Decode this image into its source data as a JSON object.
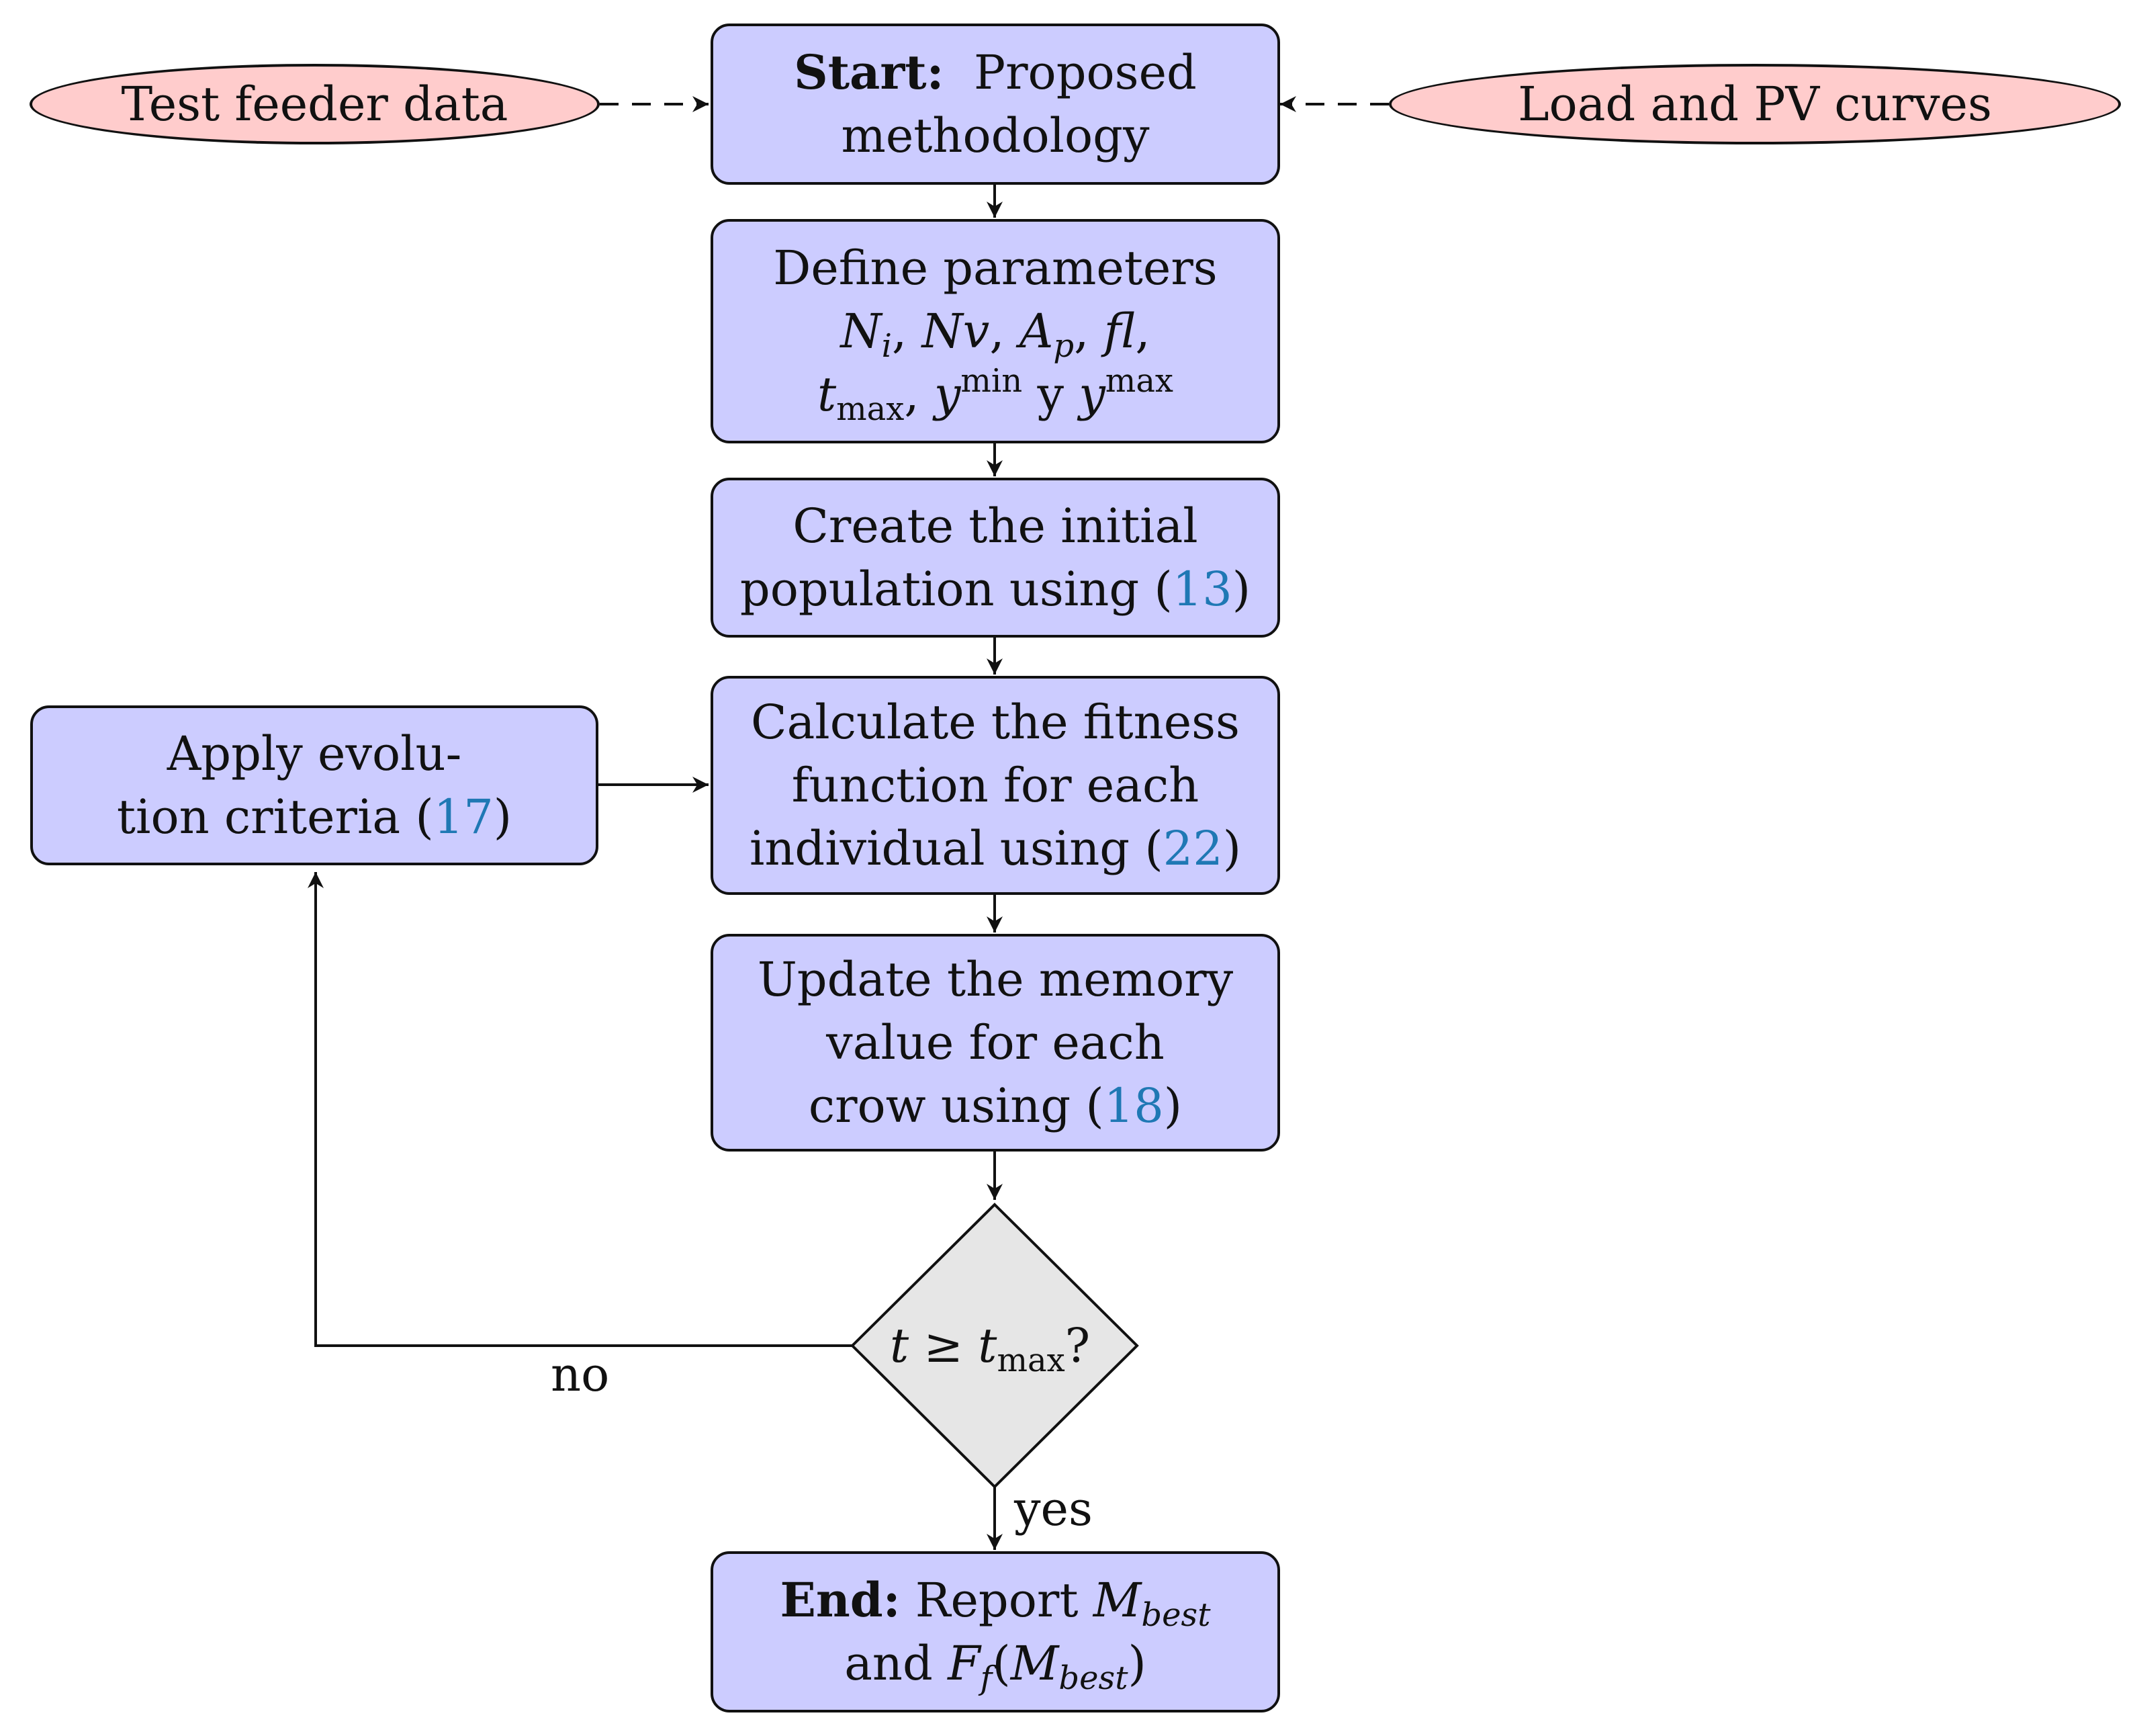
{
  "inputs": {
    "left": "Test feeder data",
    "right": "Load and PV curves"
  },
  "start": {
    "bold": "Start:",
    "text1": "Proposed",
    "text2": "methodology"
  },
  "define": {
    "line1": "Define parameters",
    "N": "N",
    "N_sub": "i",
    "sep1": ", ",
    "Nv": "Nv",
    "sep2": ", ",
    "A": "A",
    "A_sub": "p",
    "sep3": ", ",
    "fl": "fl",
    "sep4": ",",
    "t": "t",
    "t_sub": "max",
    "sep5": ", ",
    "y1": "y",
    "y1_sup": "min",
    "conj": " y ",
    "y2": "y",
    "y2_sup": "max"
  },
  "create": {
    "line1": "Create the initial",
    "line2_pre": "population using (",
    "ref": "13",
    "close": ")"
  },
  "fitness": {
    "line1": "Calculate the fitness",
    "line2": "function for each",
    "line3_pre": "individual using (",
    "ref": "22",
    "close": ")"
  },
  "apply": {
    "line1": "Apply evolu-",
    "line2_pre": "tion criteria (",
    "ref": "17",
    "close": ")"
  },
  "memory": {
    "line1": "Update the memory",
    "line2": "value for each",
    "line3_pre": "crow using (",
    "ref": "18",
    "close": ")"
  },
  "decision": {
    "t": "t",
    "op": " ≥ ",
    "t2": "t",
    "sub": "max",
    "q": "?"
  },
  "edges": {
    "no": "no",
    "yes": "yes"
  },
  "end": {
    "bold": "End:",
    "text1": " Report ",
    "M": "M",
    "M_sub": "best",
    "and": "and ",
    "F": "F",
    "F_sub": "f",
    "open": "(",
    "M2": "M",
    "M2_sub": "best",
    "close": ")"
  },
  "colors": {
    "process_fill": "#ccccff",
    "input_fill": "#ffcccc",
    "decision_fill": "#e6e6e6",
    "reference_link": "#1f78b4",
    "stroke": "#111111"
  }
}
